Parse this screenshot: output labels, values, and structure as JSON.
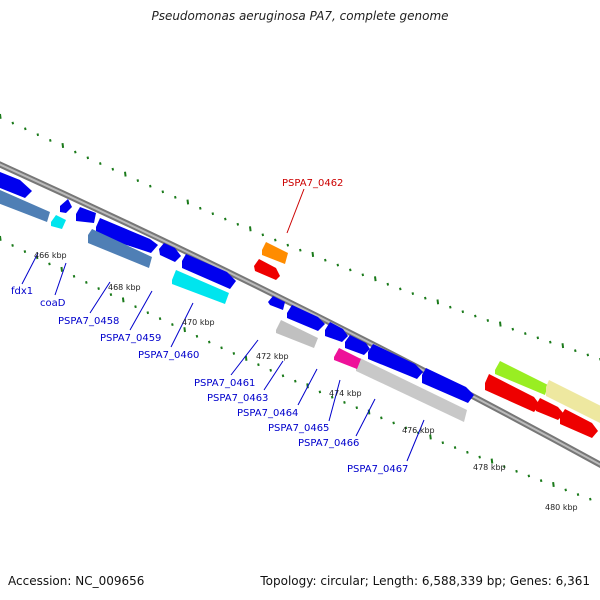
{
  "title": "Pseudomonas aeruginosa PA7, complete genome",
  "footer": {
    "accession": "Accession: NC_009656",
    "summary": "Topology: circular; Length: 6,588,339 bp; Genes: 6,361"
  },
  "scale_labels": [
    "466 kbp",
    "468 kbp",
    "470 kbp",
    "472 kbp",
    "474 kbp",
    "476 kbp",
    "478 kbp",
    "480 kbp"
  ],
  "gene_labels": [
    {
      "label": "PSPA7_0462",
      "color": "#cc0000"
    },
    {
      "label": "fdx1",
      "color": "#0000cc"
    },
    {
      "label": "coaD",
      "color": "#0000cc"
    },
    {
      "label": "PSPA7_0458",
      "color": "#0000cc"
    },
    {
      "label": "PSPA7_0459",
      "color": "#0000cc"
    },
    {
      "label": "PSPA7_0460",
      "color": "#0000cc"
    },
    {
      "label": "PSPA7_0461",
      "color": "#0000cc"
    },
    {
      "label": "PSPA7_0463",
      "color": "#0000cc"
    },
    {
      "label": "PSPA7_0464",
      "color": "#0000cc"
    },
    {
      "label": "PSPA7_0465",
      "color": "#0000cc"
    },
    {
      "label": "PSPA7_0466",
      "color": "#0000cc"
    },
    {
      "label": "PSPA7_0467",
      "color": "#0000cc"
    }
  ],
  "colors": {
    "cds": "#0000ee",
    "steelblue": "#4f7fb5",
    "cyan": "#00e5ee",
    "orange": "#ff8c00",
    "red": "#ee0000",
    "gray": "#bdbdbd",
    "magenta": "#ee1199",
    "lime": "#99ee22",
    "khaki": "#eee8a0",
    "backbone": "#888888",
    "ticks": "#1a7a1a"
  }
}
